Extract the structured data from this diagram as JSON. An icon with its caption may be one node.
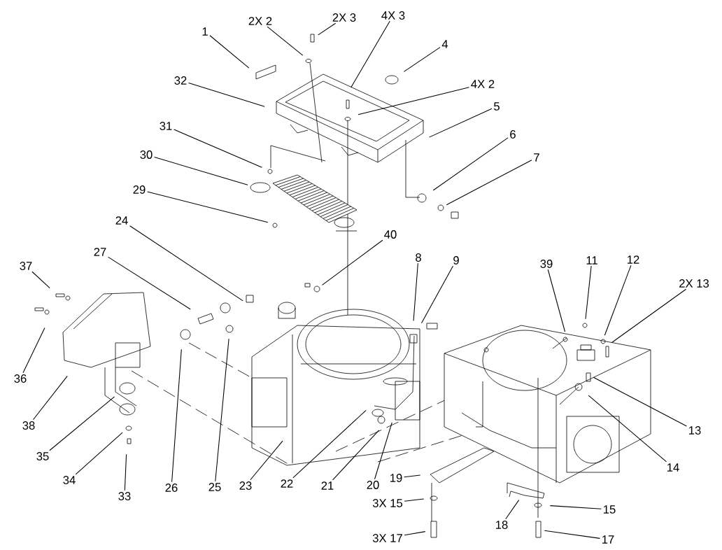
{
  "diagram": {
    "nodes": [
      {
        "text": [
          "2X 3"
        ]
      },
      {
        "text": [
          "4X 3"
        ]
      },
      {
        "text": [
          "2X 2"
        ]
      },
      {
        "text": [
          "1"
        ]
      },
      {
        "text": [
          "4"
        ]
      },
      {
        "text": [
          "32"
        ]
      },
      {
        "text": [
          "4X 2"
        ]
      },
      {
        "text": [
          "5"
        ]
      },
      {
        "text": [
          "31"
        ]
      },
      {
        "text": [
          "6"
        ]
      },
      {
        "text": [
          "30"
        ]
      },
      {
        "text": [
          "7"
        ]
      },
      {
        "text": [
          "29"
        ]
      },
      {
        "text": [
          "24"
        ]
      },
      {
        "text": [
          "40"
        ]
      },
      {
        "text": [
          "27"
        ]
      },
      {
        "text": [
          "8"
        ]
      },
      {
        "text": [
          "9"
        ]
      },
      {
        "text": [
          "11"
        ]
      },
      {
        "text": [
          "12"
        ]
      },
      {
        "text": [
          "39"
        ]
      },
      {
        "text": [
          "37"
        ]
      },
      {
        "text": [
          "2X 13"
        ]
      },
      {
        "text": [
          "36"
        ]
      },
      {
        "text": [
          "38"
        ]
      },
      {
        "text": [
          "13"
        ]
      },
      {
        "text": [
          "35"
        ]
      },
      {
        "text": [
          "14"
        ]
      },
      {
        "text": [
          "19"
        ]
      },
      {
        "text": [
          "34"
        ]
      },
      {
        "text": [
          "26"
        ]
      },
      {
        "text": [
          "25"
        ]
      },
      {
        "text": [
          "23"
        ]
      },
      {
        "text": [
          "22"
        ]
      },
      {
        "text": [
          "21"
        ]
      },
      {
        "text": [
          "20"
        ]
      },
      {
        "text": [
          "33"
        ]
      },
      {
        "text": [
          "3X 15"
        ]
      },
      {
        "text": [
          "15"
        ]
      },
      {
        "text": [
          "18"
        ]
      },
      {
        "text": [
          "3X 17"
        ]
      },
      {
        "text": [
          "17"
        ]
      }
    ],
    "edges": [
      {
        "from": 0,
        "to": null,
        "arrow": "none"
      },
      {
        "from": 1,
        "to": null,
        "arrow": "none"
      },
      {
        "from": 2,
        "to": null,
        "arrow": "none"
      },
      {
        "from": 3,
        "to": null,
        "arrow": "none"
      },
      {
        "from": 4,
        "to": null,
        "arrow": "none"
      },
      {
        "from": 5,
        "to": null,
        "arrow": "none"
      },
      {
        "from": 6,
        "to": null,
        "arrow": "none"
      },
      {
        "from": 7,
        "to": null,
        "arrow": "none"
      },
      {
        "from": 8,
        "to": null,
        "arrow": "none"
      },
      {
        "from": 9,
        "to": null,
        "arrow": "none"
      },
      {
        "from": 10,
        "to": null,
        "arrow": "none"
      },
      {
        "from": 11,
        "to": null,
        "arrow": "none"
      },
      {
        "from": 12,
        "to": null,
        "arrow": "none"
      },
      {
        "from": 13,
        "to": null,
        "arrow": "none"
      },
      {
        "from": 14,
        "to": null,
        "arrow": "none"
      },
      {
        "from": 15,
        "to": null,
        "arrow": "none"
      },
      {
        "from": 16,
        "to": null,
        "arrow": "none"
      },
      {
        "from": 17,
        "to": null,
        "arrow": "none"
      },
      {
        "from": 18,
        "to": null,
        "arrow": "none"
      },
      {
        "from": 19,
        "to": null,
        "arrow": "none"
      },
      {
        "from": 20,
        "to": null,
        "arrow": "none"
      },
      {
        "from": 21,
        "to": null,
        "arrow": "none"
      },
      {
        "from": 22,
        "to": null,
        "arrow": "none"
      },
      {
        "from": 23,
        "to": null,
        "arrow": "none"
      },
      {
        "from": 24,
        "to": null,
        "arrow": "none"
      },
      {
        "from": 25,
        "to": null,
        "arrow": "none"
      },
      {
        "from": 26,
        "to": null,
        "arrow": "none"
      },
      {
        "from": 27,
        "to": null,
        "arrow": "none"
      },
      {
        "from": 28,
        "to": null,
        "arrow": "none"
      },
      {
        "from": 29,
        "to": null,
        "arrow": "none"
      },
      {
        "from": 30,
        "to": null,
        "arrow": "none"
      },
      {
        "from": 31,
        "to": null,
        "arrow": "none"
      },
      {
        "from": 32,
        "to": null,
        "arrow": "none"
      },
      {
        "from": 33,
        "to": null,
        "arrow": "none"
      },
      {
        "from": 34,
        "to": null,
        "arrow": "none"
      },
      {
        "from": 35,
        "to": null,
        "arrow": "none"
      },
      {
        "from": 36,
        "to": null,
        "arrow": "none"
      },
      {
        "from": 37,
        "to": null,
        "arrow": "none"
      },
      {
        "from": 38,
        "to": null,
        "arrow": "none"
      },
      {
        "from": 39,
        "to": null,
        "arrow": "none"
      },
      {
        "from": 40,
        "to": null,
        "arrow": "none"
      },
      {
        "from": 41,
        "to": null,
        "arrow": "none"
      }
    ]
  }
}
